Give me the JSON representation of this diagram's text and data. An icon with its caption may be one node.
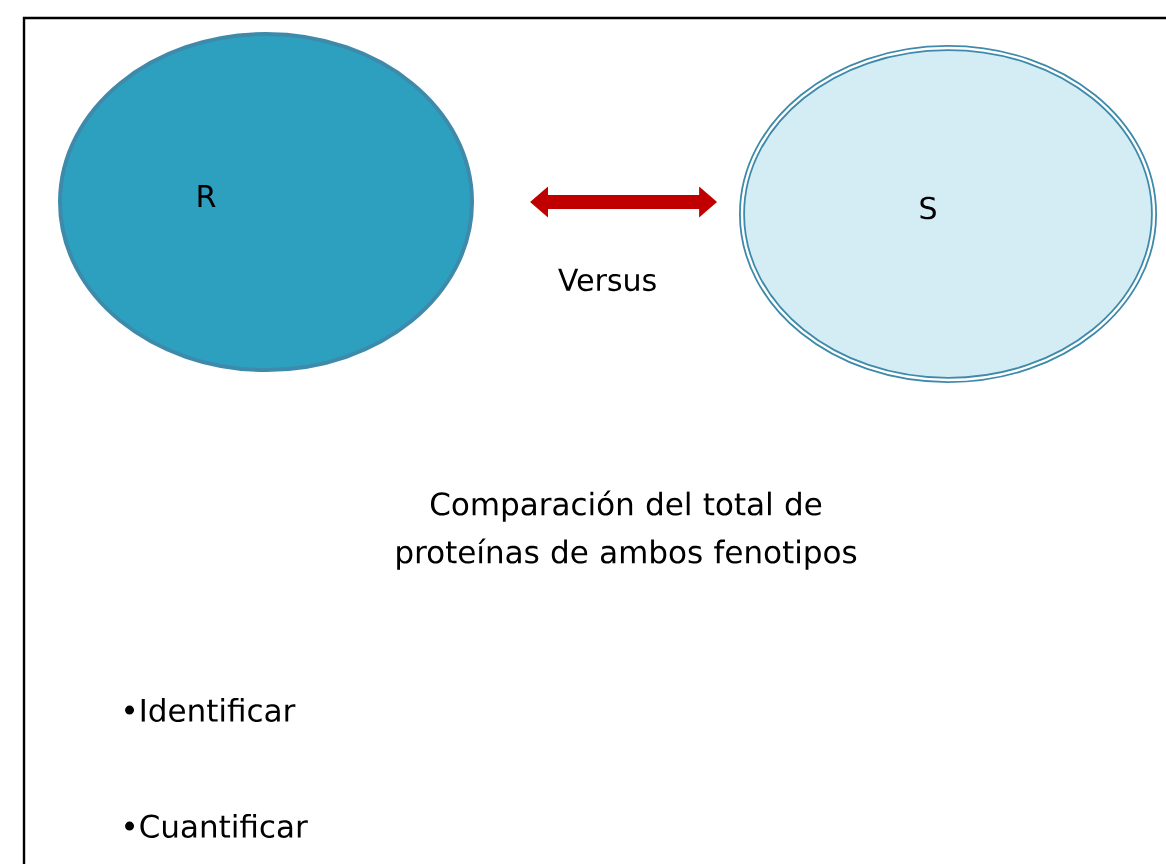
{
  "diagram": {
    "nodes": [
      {
        "text": [
          "R"
        ]
      },
      {
        "text": [
          "S"
        ]
      }
    ],
    "edges": [
      {
        "from": 0,
        "to": 1,
        "arrow": "both",
        "label": "Versus",
        "color": "#c00000"
      }
    ],
    "labels": [
      "Comparación del total de proteínas de ambos fenotipos",
      "•Identificar",
      "•Cuantificar"
    ]
  }
}
